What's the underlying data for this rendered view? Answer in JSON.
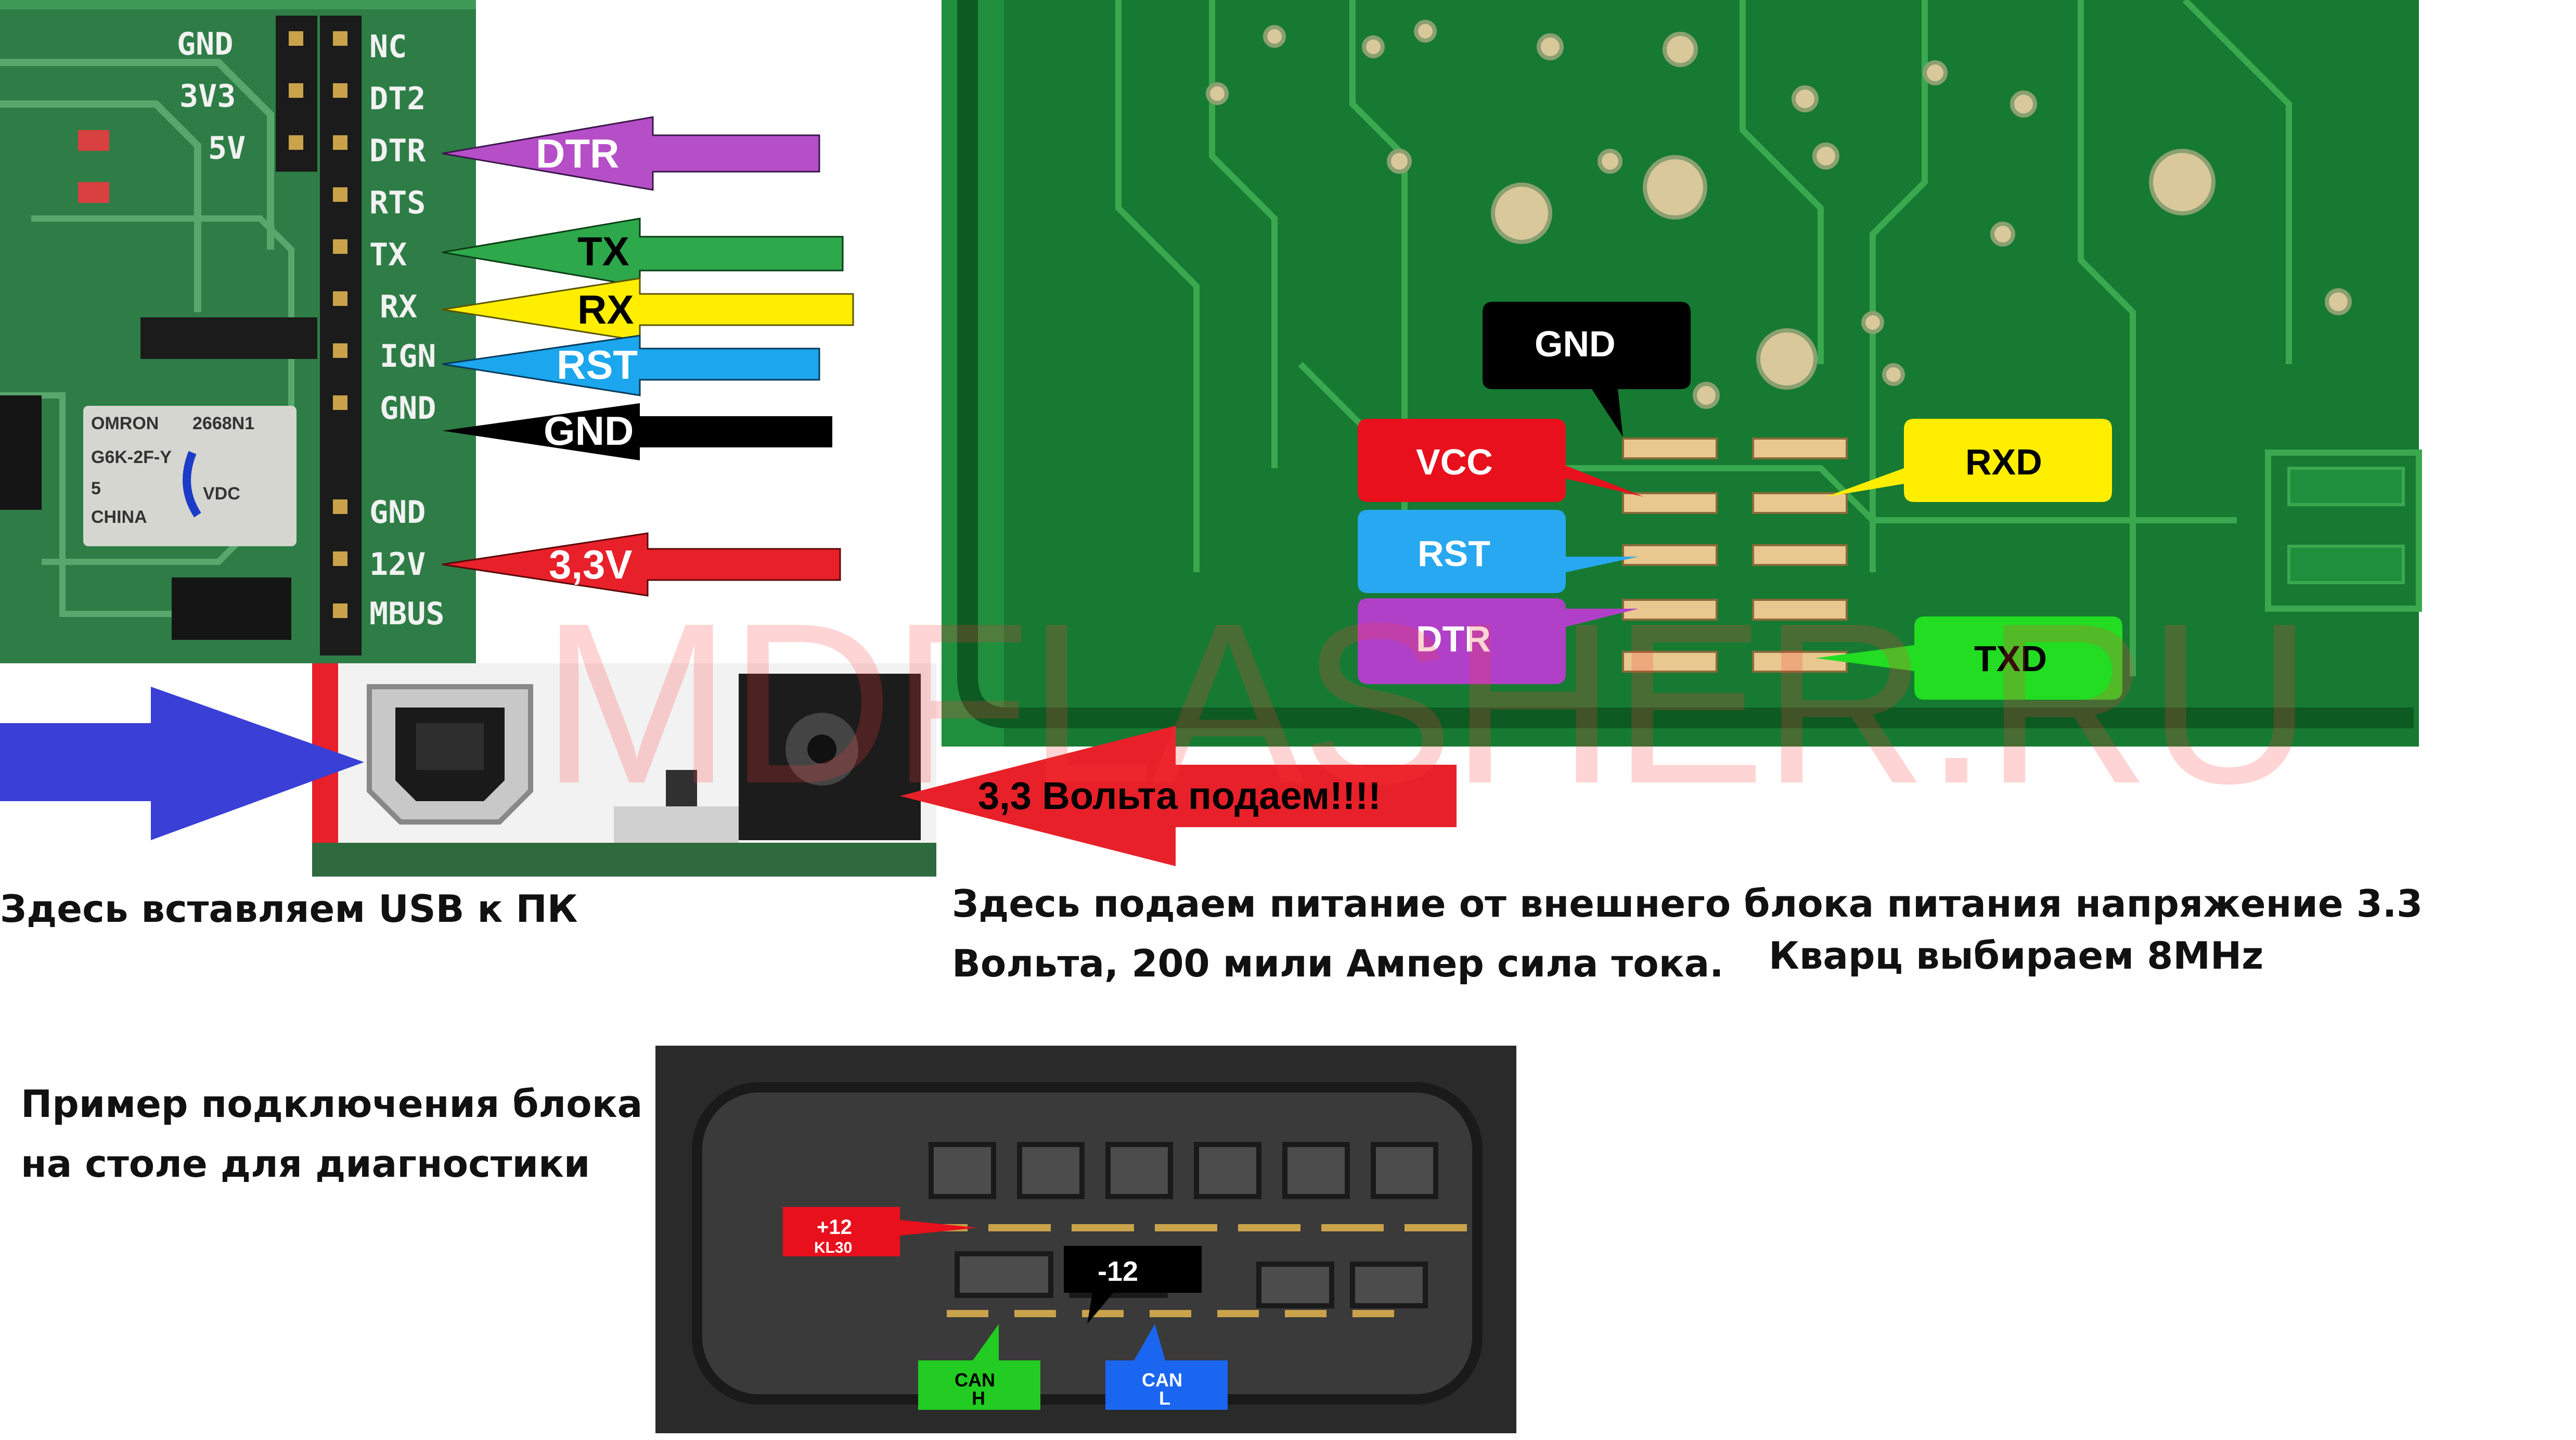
{
  "adapter_board": {
    "pins_left": [
      "GND",
      "3V3",
      "5V"
    ],
    "pins_right": [
      "NC",
      "DT2",
      "DTR",
      "RTS",
      "TX",
      "RX",
      "IGN",
      "GND",
      "GND",
      "12V",
      "MBUS"
    ],
    "relay_text": [
      "OMRON",
      "2668N1",
      "G6K-2F-Y",
      "5",
      "VDC",
      "CHINA"
    ]
  },
  "adapter_arrows": [
    {
      "label": "DTR",
      "color": "#b64ec8",
      "text_color": "#ffffff"
    },
    {
      "label": "TX",
      "color": "#2da84a",
      "text_color": "#000000"
    },
    {
      "label": "RX",
      "color": "#ffee00",
      "text_color": "#000000"
    },
    {
      "label": "RST",
      "color": "#1ba6ee",
      "text_color": "#ffffff"
    },
    {
      "label": "GND",
      "color": "#000000",
      "text_color": "#ffffff"
    },
    {
      "label": "3,3V",
      "color": "#e8202a",
      "text_color": "#ffffff"
    }
  ],
  "pcb_callouts": {
    "gnd": {
      "label": "GND",
      "color": "#000000"
    },
    "vcc": {
      "label": "VCC",
      "color": "#e8101c"
    },
    "rst": {
      "label": "RST",
      "color": "#27a8f0"
    },
    "dtr": {
      "label": "DTR",
      "color": "#b040c8"
    },
    "rxd": {
      "label": "RXD",
      "color": "#ffee00"
    },
    "txd": {
      "label": "TXD",
      "color": "#22dd22"
    }
  },
  "power_arrow": {
    "label": "3,3 Вольта подаем!!!!",
    "color": "#e8202a"
  },
  "usb_arrow": {
    "color": "#3a3fd6"
  },
  "texts": {
    "usb_caption": "Здесь вставляем USB к ПК",
    "power_caption_line1": "Здесь подаем питание от внешнего блока питания напряжение 3.3",
    "power_caption_line2": "Вольта, 200 мили Ампер сила тока.",
    "quartz_caption": "Кварц выбираем 8MHz",
    "example_caption_line1": "Пример подключения блока",
    "example_caption_line2": "на столе для диагностики"
  },
  "watermark": "MDFLASHER.RU",
  "connector_labels": {
    "plus12": {
      "line1": "+12",
      "line2": "KL30",
      "color": "#e8101c"
    },
    "minus12": {
      "label": "-12",
      "color": "#000000"
    },
    "can_h": {
      "line1": "CAN",
      "line2": "H",
      "color": "#22cc22"
    },
    "can_l": {
      "line1": "CAN",
      "line2": "L",
      "color": "#1a66f0"
    }
  }
}
